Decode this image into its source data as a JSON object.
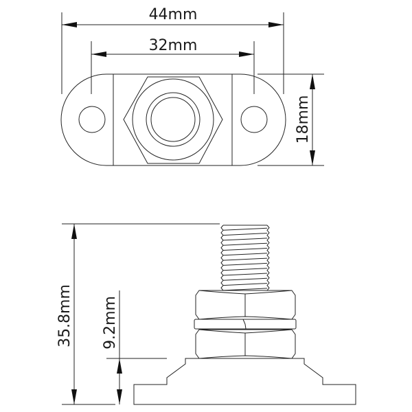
{
  "dimensions": {
    "overall_length": "44mm",
    "hole_spacing": "32mm",
    "width": "18mm",
    "total_height": "35.8mm",
    "base_height": "9.2mm"
  },
  "line_color": "#222222"
}
